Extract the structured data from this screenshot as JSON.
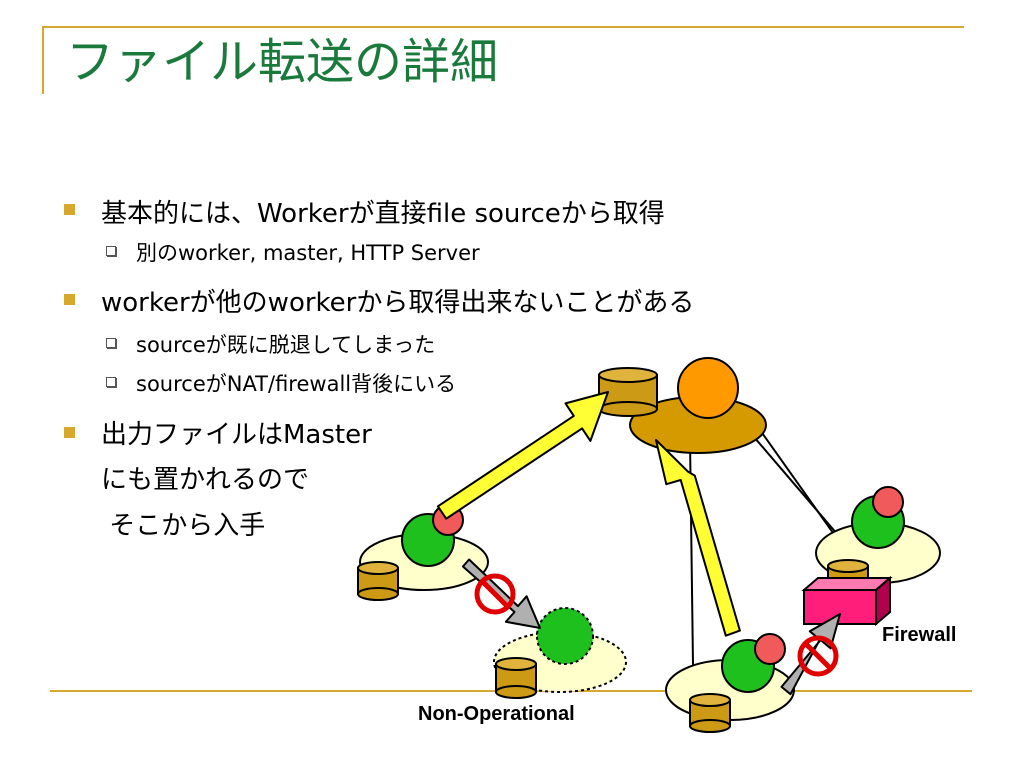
{
  "slide": {
    "title": "ファイル転送の詳細",
    "bullets": [
      {
        "level": 1,
        "text": "基本的には、Workerが直接file sourceから取得"
      },
      {
        "level": 2,
        "text": "別のworker, master, HTTP Server"
      },
      {
        "level": 1,
        "text": "workerが他のworkerから取得出来ないことがある"
      },
      {
        "level": 2,
        "text": "sourceが既に脱退してしまった"
      },
      {
        "level": 2,
        "text": "sourceがNAT/firewall背後にいる"
      },
      {
        "level": 1,
        "text": "出力ファイルはMaster"
      },
      {
        "level": 0,
        "text": "にも置かれるので"
      },
      {
        "level": 0,
        "text": " そこから入手"
      }
    ]
  },
  "diagram": {
    "labels": {
      "firewall": "Firewall",
      "non_operational": "Non-Operational"
    },
    "colors": {
      "title": "#1a7a3c",
      "accent_rule": "#d6a82c",
      "node_platform": "#ffffcc",
      "master_platform": "#d49a00",
      "worker_green": "#1ec01e",
      "worker_red": "#f05a5a",
      "master_orange": "#ff9900",
      "cylinder": "#cc9a14",
      "transfer_arrow": "#ffff33",
      "blocked_arrow": "#b0b0b0",
      "firewall_box": "#ff1f7a",
      "prohibit_sign": "#e00000"
    }
  }
}
